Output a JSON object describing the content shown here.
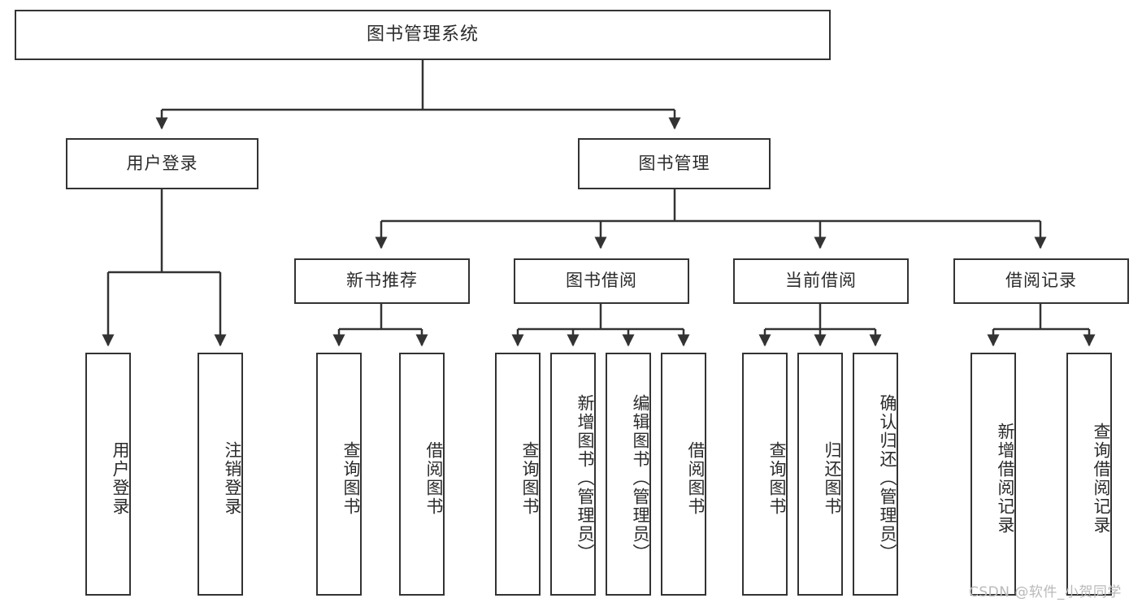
{
  "diagram": {
    "title": "图书管理系统",
    "type": "hierarchy-tree",
    "root": {
      "label": "图书管理系统"
    },
    "level2": [
      {
        "label": "用户登录"
      },
      {
        "label": "图书管理"
      }
    ],
    "level3": [
      {
        "label": "新书推荐"
      },
      {
        "label": "图书借阅"
      },
      {
        "label": "当前借阅"
      },
      {
        "label": "借阅记录"
      }
    ],
    "leaves": {
      "user_login": [
        {
          "label": "用户登录"
        },
        {
          "label": "注销登录"
        }
      ],
      "new_book_recommend": [
        {
          "label": "查询图书"
        },
        {
          "label": "借阅图书"
        }
      ],
      "book_borrow": [
        {
          "label": "查询图书"
        },
        {
          "label": "新增图书（管理员）"
        },
        {
          "label": "编辑图书（管理员）"
        },
        {
          "label": "借阅图书"
        }
      ],
      "current_borrow": [
        {
          "label": "查询图书"
        },
        {
          "label": "归还图书"
        },
        {
          "label": "确认归还（管理员）"
        }
      ],
      "borrow_record": [
        {
          "label": "新增借阅记录"
        },
        {
          "label": "查询借阅记录"
        }
      ]
    }
  },
  "watermark": {
    "text": "CSDN @软件_小贺同学"
  },
  "colors": {
    "box_border": "#333333",
    "box_fill": "#ffffff",
    "line": "#333333",
    "text": "#2b2b2b",
    "watermark": "#b9b9b9",
    "background": "#ffffff"
  }
}
